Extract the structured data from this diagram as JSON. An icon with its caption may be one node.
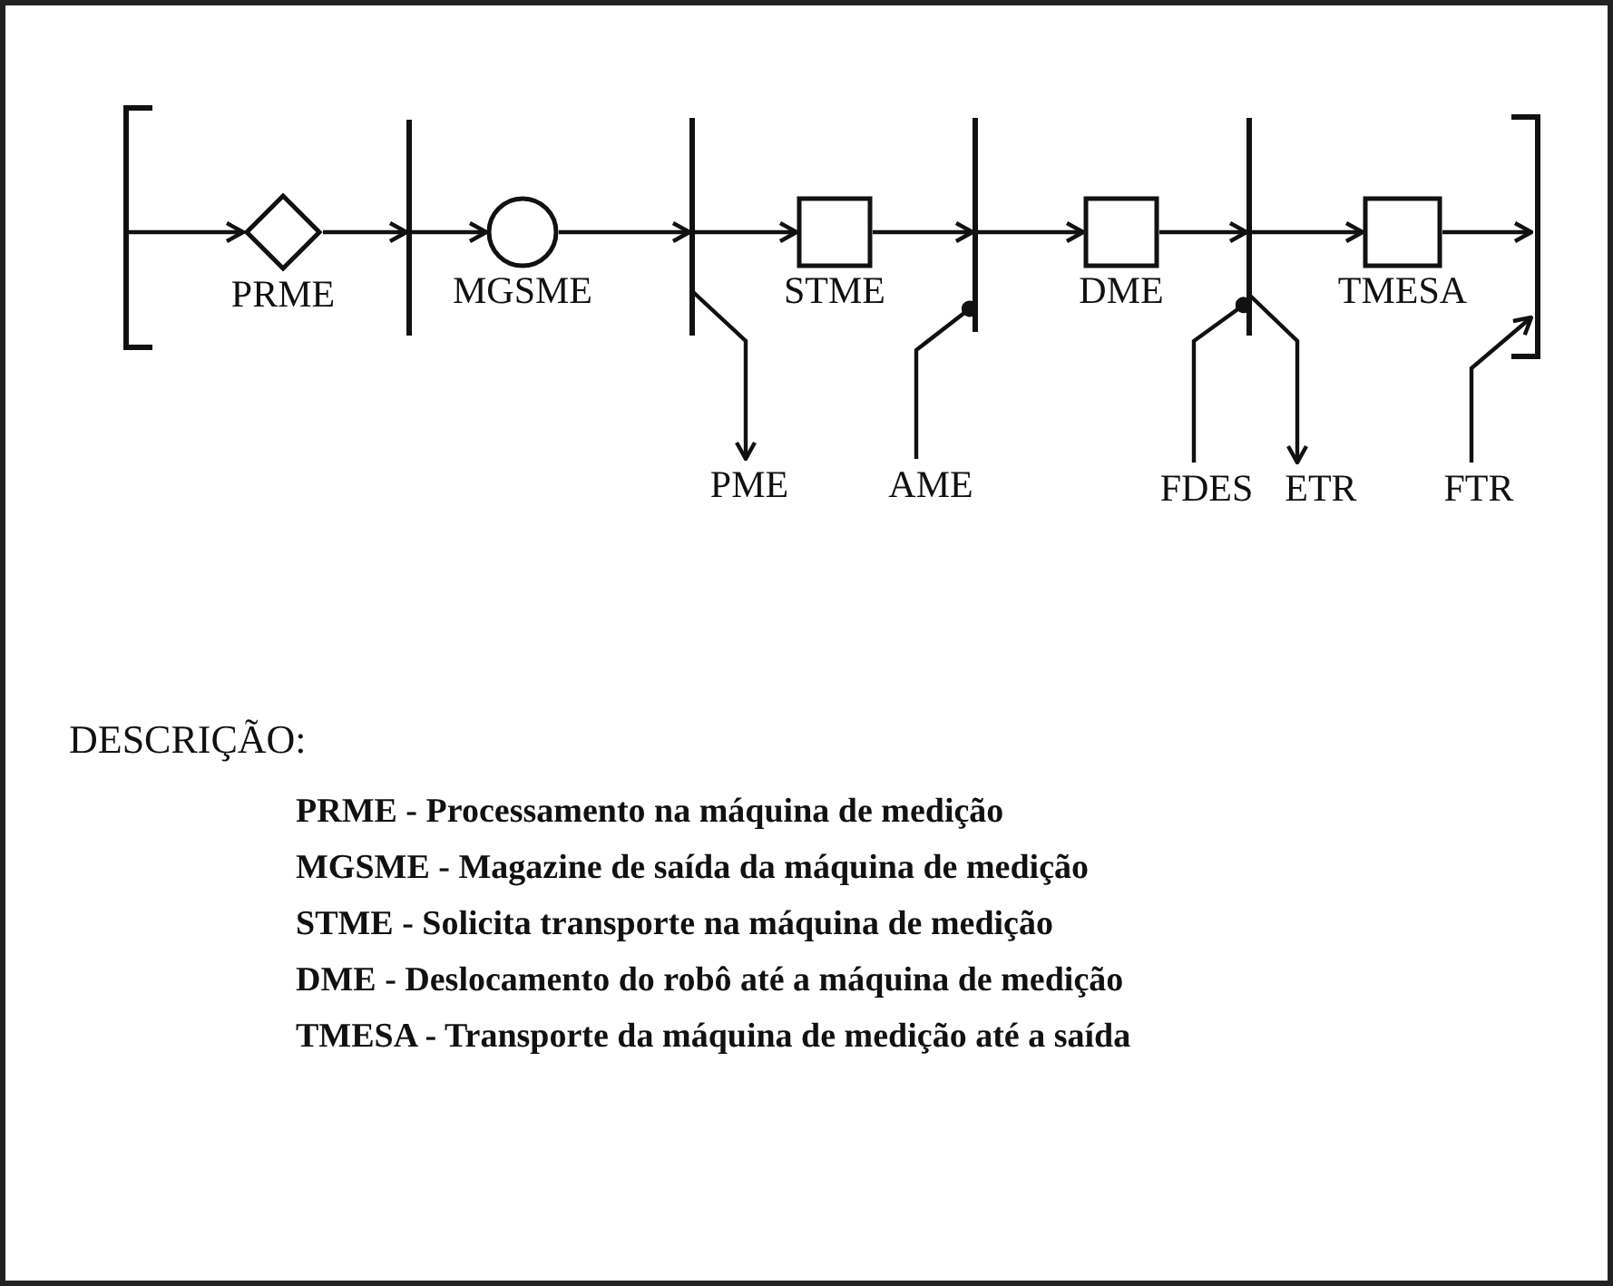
{
  "diagram": {
    "nodes": [
      {
        "text": [],
        "shape": "bracket"
      },
      {
        "text": [
          "PRME"
        ]
      },
      {
        "text": [],
        "shape": "bar"
      },
      {
        "text": [
          "MGSME"
        ]
      },
      {
        "text": [],
        "shape": "bar"
      },
      {
        "text": [
          "STME"
        ]
      },
      {
        "text": [],
        "shape": "bar"
      },
      {
        "text": [
          "DME"
        ]
      },
      {
        "text": [],
        "shape": "bar"
      },
      {
        "text": [
          "TMESA"
        ]
      },
      {
        "text": [],
        "shape": "bracket"
      },
      {
        "text": [
          "PME"
        ]
      },
      {
        "text": [
          "AME"
        ]
      },
      {
        "text": [
          "FDES"
        ]
      },
      {
        "text": [
          "ETR"
        ]
      },
      {
        "text": [
          "FTR"
        ]
      }
    ],
    "edges": [
      {
        "from": 0,
        "to": 1,
        "arrow": "to"
      },
      {
        "from": 1,
        "to": 2,
        "arrow": "to"
      },
      {
        "from": 2,
        "to": 3,
        "arrow": "to"
      },
      {
        "from": 3,
        "to": 4,
        "arrow": "to"
      },
      {
        "from": 4,
        "to": 5,
        "arrow": "to"
      },
      {
        "from": 5,
        "to": 6,
        "arrow": "to"
      },
      {
        "from": 6,
        "to": 7,
        "arrow": "to"
      },
      {
        "from": 7,
        "to": 8,
        "arrow": "to"
      },
      {
        "from": 8,
        "to": 9,
        "arrow": "to"
      },
      {
        "from": 9,
        "to": 10,
        "arrow": "to"
      },
      {
        "from": 4,
        "to": 11,
        "arrow": "to"
      },
      {
        "from": 12,
        "to": 6,
        "arrow": "other"
      },
      {
        "from": 13,
        "to": 8,
        "arrow": "other"
      },
      {
        "from": 8,
        "to": 14,
        "arrow": "to"
      },
      {
        "from": 15,
        "to": 10,
        "arrow": "to"
      }
    ],
    "labels": [
      "DESCRIÇÃO:",
      "PRME - Processamento na máquina de medição",
      "MGSME - Magazine de saída da máquina de medição",
      "STME - Solicita transporte na máquina de medição",
      "DME - Deslocamento do robô até a máquina de medição",
      "TMESA - Transporte da máquina de medição até a saída"
    ]
  }
}
